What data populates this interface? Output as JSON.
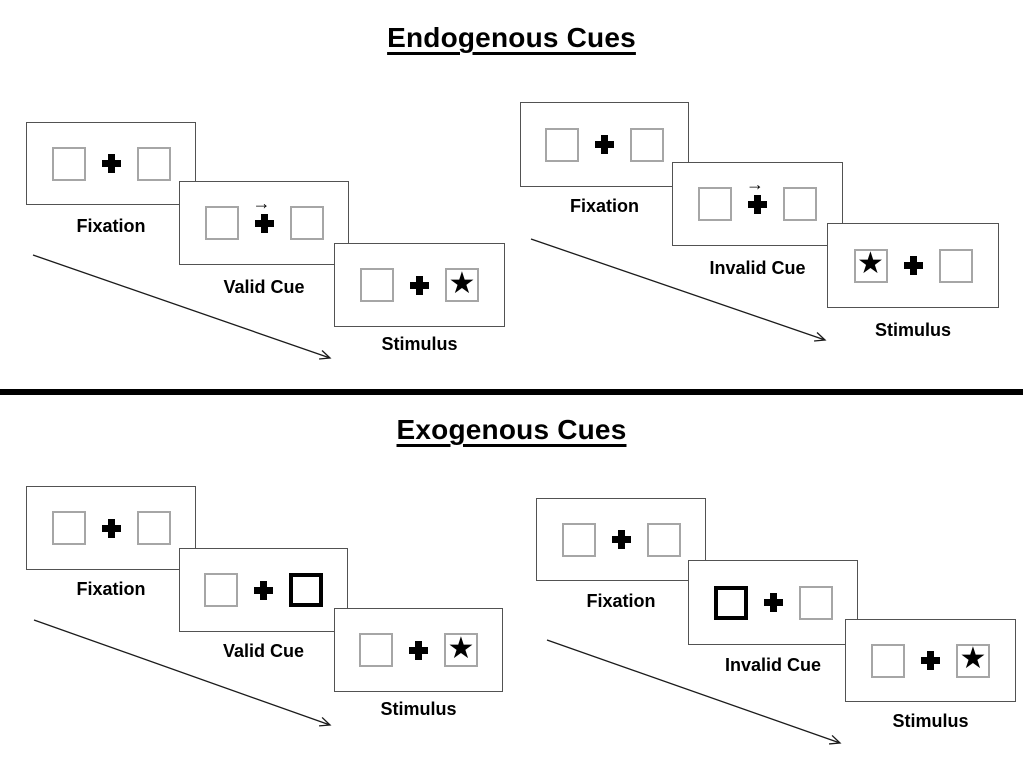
{
  "colors": {
    "ink": "#000000",
    "panel_border": "#525252",
    "box_border": "#a6a6a6",
    "background": "#ffffff"
  },
  "icons": {
    "star": "★",
    "cue_arrow": "→"
  },
  "sections": [
    {
      "title": "Endogenous Cues",
      "sequences": [
        {
          "name": "valid",
          "cue_type": "central-arrow",
          "panels": [
            {
              "label": "Fixation"
            },
            {
              "label": "Valid Cue",
              "cue": "arrow-above-fixation-pointing-right"
            },
            {
              "label": "Stimulus",
              "target": "right-box"
            }
          ]
        },
        {
          "name": "invalid",
          "cue_type": "central-arrow",
          "panels": [
            {
              "label": "Fixation"
            },
            {
              "label": "Invalid Cue",
              "cue": "arrow-above-fixation-pointing-right"
            },
            {
              "label": "Stimulus",
              "target": "left-box"
            }
          ]
        }
      ]
    },
    {
      "title": "Exogenous Cues",
      "sequences": [
        {
          "name": "valid",
          "cue_type": "peripheral-box-highlight",
          "panels": [
            {
              "label": "Fixation"
            },
            {
              "label": "Valid Cue",
              "cue": "right-box-bold"
            },
            {
              "label": "Stimulus",
              "target": "right-box"
            }
          ]
        },
        {
          "name": "invalid",
          "cue_type": "peripheral-box-highlight",
          "panels": [
            {
              "label": "Fixation"
            },
            {
              "label": "Invalid Cue",
              "cue": "left-box-bold"
            },
            {
              "label": "Stimulus",
              "target": "right-box"
            }
          ]
        }
      ]
    }
  ]
}
